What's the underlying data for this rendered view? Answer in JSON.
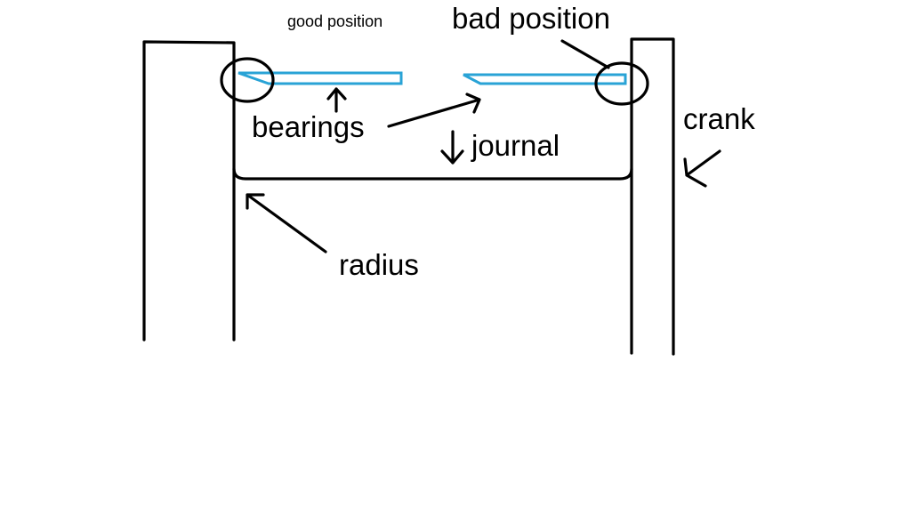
{
  "labels": {
    "good_position": "good position",
    "bad_position": "bad position",
    "bearings": "bearings",
    "journal": "journal",
    "crank": "crank",
    "radius": "radius"
  },
  "colors": {
    "ink": "#000000",
    "bearing": "#29a3d6",
    "background": "#ffffff"
  }
}
